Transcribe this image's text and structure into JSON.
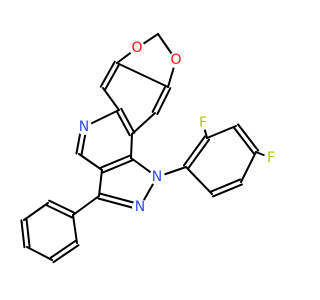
{
  "molecule": {
    "atoms": [
      {
        "symbol": "O",
        "color": "#ff0d0d"
      },
      {
        "symbol": "O",
        "color": "#ff0d0d"
      },
      {
        "symbol": "N",
        "color": "#3050f8"
      },
      {
        "symbol": "N",
        "color": "#3050f8"
      },
      {
        "symbol": "N",
        "color": "#3050f8"
      },
      {
        "symbol": "F",
        "color": "#b4c40b"
      },
      {
        "symbol": "F",
        "color": "#b4c40b"
      }
    ],
    "bond_color": "#000000",
    "background": "#ffffff"
  }
}
